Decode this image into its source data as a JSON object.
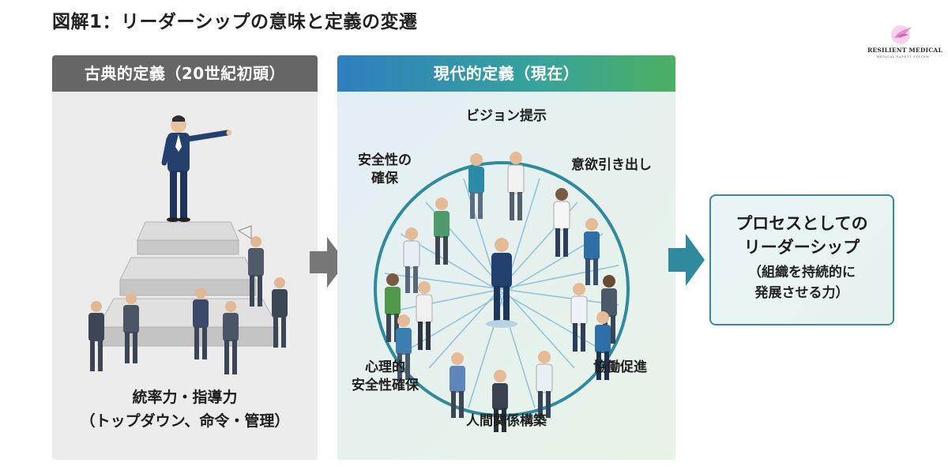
{
  "title": "図解1：リーダーシップの意味と定義の変遷",
  "logo": {
    "brand": "RESILIENT MEDICAL",
    "tagline": "MEDICAL SAFETY SYSTEM",
    "icon": "pink-bird-icon"
  },
  "left_panel": {
    "header": "古典的定義（20世紀初頭）",
    "illustration": "leader-on-pyramid-illustration",
    "caption_line1": "統率力・指導力",
    "caption_line2": "（トップダウン、命令・管理）"
  },
  "middle_panel": {
    "header": "現代的定義（現在）",
    "illustration": "network-circle-illustration",
    "labels": {
      "top": "ビジョン提示",
      "top_right": "意欲引き出し",
      "top_left_line1": "安全性の",
      "top_left_line2": "確保",
      "bottom_left_line1": "心理的",
      "bottom_left_line2": "安全性確保",
      "bottom_right": "協働促進",
      "bottom": "人間関係構築"
    }
  },
  "result": {
    "line1": "プロセスとしての",
    "line2": "リーダーシップ",
    "line3": "（組織を持続的に",
    "line4": "発展させる力）"
  },
  "colors": {
    "left_header": "#666666",
    "mid_header_start": "#2e7fbf",
    "mid_header_end": "#4caf62",
    "arrow_gray": "#777777",
    "arrow_teal": "#2f8a9e",
    "result_border": "#3a8c9a",
    "circle_ring": "#2f8a9e"
  }
}
